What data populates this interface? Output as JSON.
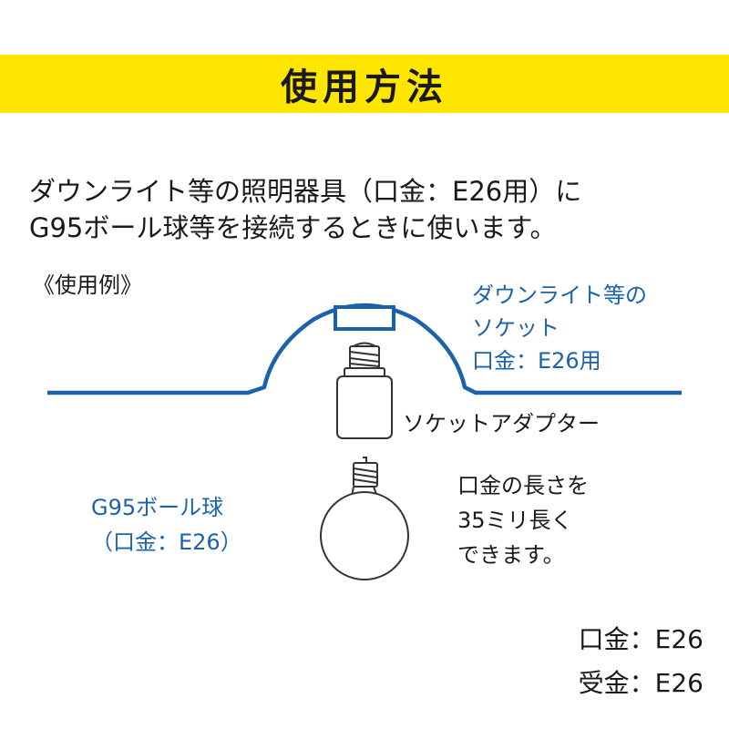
{
  "title": "使用方法",
  "intro": {
    "line1": "ダウンライト等の照明器具（口金：E26用）に",
    "line2": "G95ボール球等を接続するときに使います。"
  },
  "example_label": "《使用例》",
  "socket_label": {
    "line1": "ダウンライト等の",
    "line2": "ソケット",
    "line3": "口金：E26用"
  },
  "adapter_label": "ソケットアダプター",
  "bulb_label": {
    "line1": "G95ボール球",
    "line2": "（口金：E26）"
  },
  "note": {
    "line1": "口金の長さを",
    "line2": "35ミリ長く",
    "line3": "できます。"
  },
  "specs": {
    "base": "口金：E26",
    "receiver": "受金：E26"
  },
  "colors": {
    "banner": "#ffe600",
    "accent_blue": "#1b62ad",
    "text": "#1a1a1a"
  }
}
